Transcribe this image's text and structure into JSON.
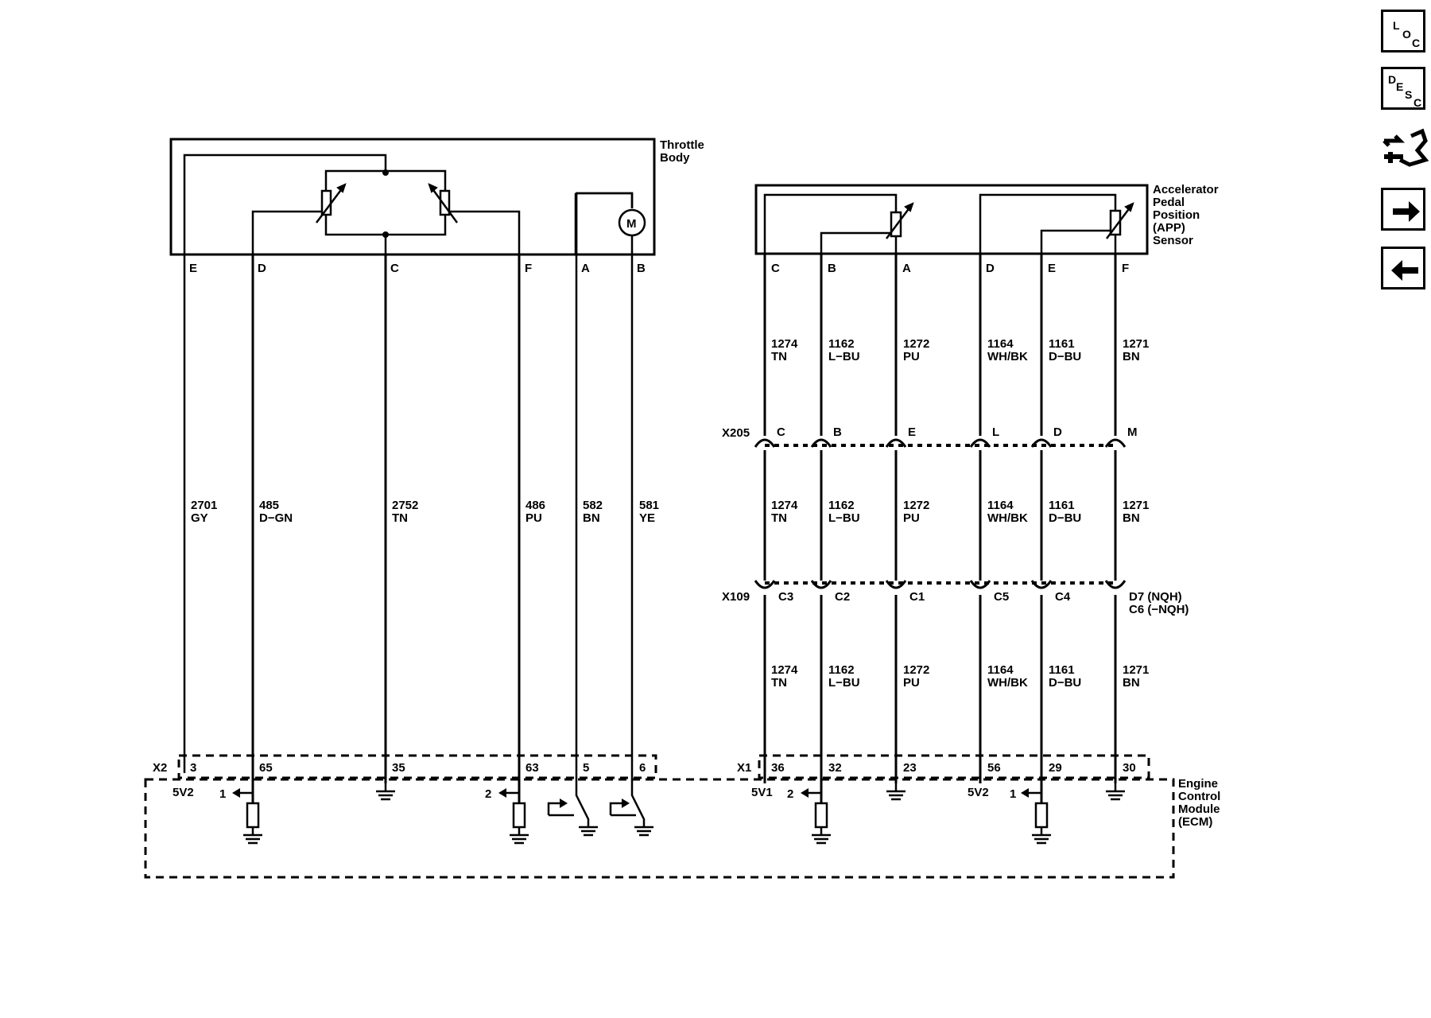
{
  "components": {
    "throttle_body": [
      "Throttle",
      "Body"
    ],
    "app_sensor": [
      "Accelerator",
      "Pedal",
      "Position",
      "(APP)",
      "Sensor"
    ],
    "ecm": [
      "Engine",
      "Control",
      "Module",
      "(ECM)"
    ],
    "motor_symbol": "M"
  },
  "throttle": {
    "pins": [
      "E",
      "D",
      "C",
      "F",
      "A",
      "B"
    ],
    "circuits": [
      {
        "num": "2701",
        "color": "GY"
      },
      {
        "num": "485",
        "color": "D−GN"
      },
      {
        "num": "2752",
        "color": "TN"
      },
      {
        "num": "486",
        "color": "PU"
      },
      {
        "num": "582",
        "color": "BN"
      },
      {
        "num": "581",
        "color": "YE"
      }
    ],
    "connector": "X2",
    "ecm_pins": [
      "3",
      "65",
      "35",
      "63",
      "5",
      "6"
    ]
  },
  "app": {
    "pins": [
      "C",
      "B",
      "A",
      "D",
      "E",
      "F"
    ],
    "circuits": [
      {
        "num": "1274",
        "color": "TN"
      },
      {
        "num": "1162",
        "color": "L−BU"
      },
      {
        "num": "1272",
        "color": "PU"
      },
      {
        "num": "1164",
        "color": "WH/BK"
      },
      {
        "num": "1161",
        "color": "D−BU"
      },
      {
        "num": "1271",
        "color": "BN"
      }
    ],
    "x205": {
      "name": "X205",
      "pins": [
        "C",
        "B",
        "E",
        "L",
        "D",
        "M"
      ]
    },
    "x109": {
      "name": "X109",
      "pins": [
        "C3",
        "C2",
        "C1",
        "C5",
        "C4"
      ],
      "last_pin": [
        "D7 (NQH)",
        "C6 (−NQH)"
      ]
    },
    "connector": "X1",
    "ecm_pins": [
      "36",
      "32",
      "23",
      "56",
      "29",
      "30"
    ]
  },
  "ecm_labels": {
    "v_5v2_a": "5V2",
    "v_5v1": "5V1",
    "v_5v2_b": "5V2",
    "tap_throttle_d": "1",
    "tap_throttle_f": "2",
    "tap_app_b": "2",
    "tap_app_e": "1"
  },
  "nav": {
    "loc": [
      "L",
      "O",
      "C"
    ],
    "desc": [
      "D",
      "E",
      "S",
      "C"
    ],
    "connector_icon": "connector-end-view-icon",
    "next_icon": "arrow-right-icon",
    "prev_icon": "arrow-left-icon"
  }
}
